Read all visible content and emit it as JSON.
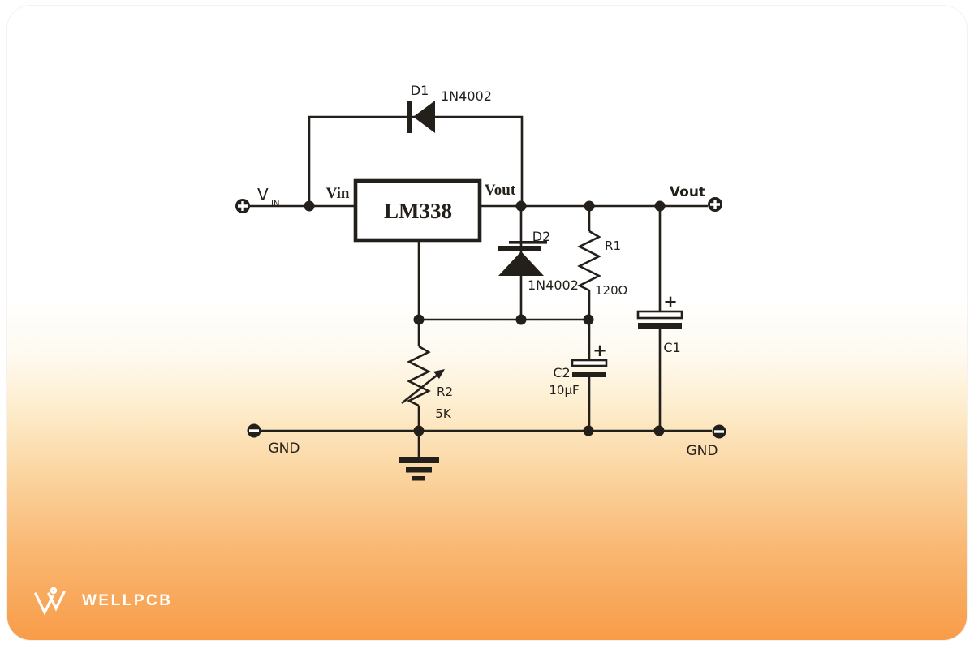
{
  "footer": {
    "brand": "WELLPCB"
  },
  "colors": {
    "line": "#231f1a",
    "brand_orange": "#f89c48",
    "logo_white": "#ffffff"
  },
  "schematic": {
    "ic": {
      "name": "LM338",
      "pin_in": "Vin",
      "pin_out": "Vout"
    },
    "input": {
      "label": "V",
      "label_sub": "IN"
    },
    "output": {
      "label": "Vout"
    },
    "ground": {
      "left": "GND",
      "right": "GND"
    },
    "d1": {
      "ref": "D1",
      "part": "1N4002"
    },
    "d2": {
      "ref": "D2",
      "part": "1N4002"
    },
    "r1": {
      "ref": "R1",
      "value": "120Ω"
    },
    "r2": {
      "ref": "R2",
      "value": "5K"
    },
    "c1": {
      "ref": "C1",
      "polarity": "+"
    },
    "c2": {
      "ref": "C2",
      "value": "10µF",
      "polarity": "+"
    }
  }
}
